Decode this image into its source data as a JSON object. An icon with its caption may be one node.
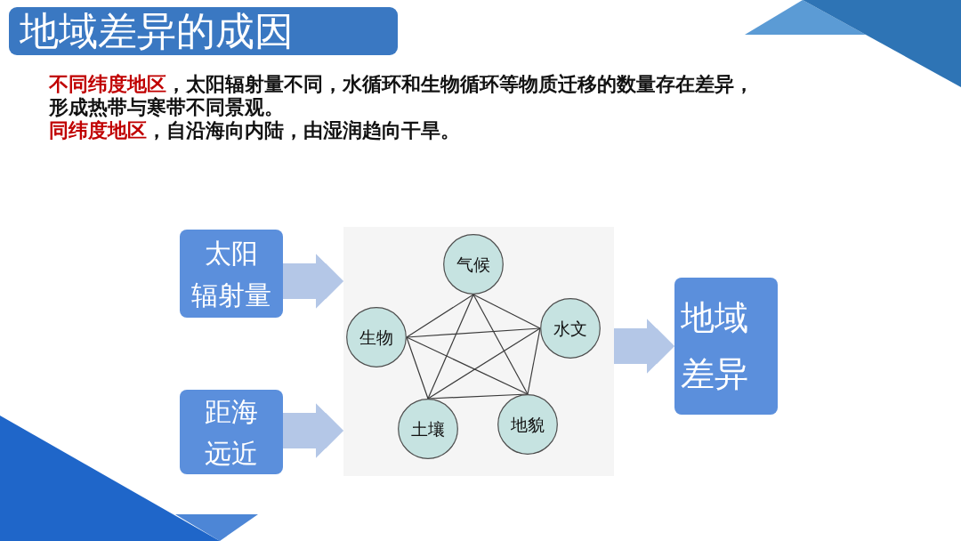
{
  "diagram": {
    "title": "地域差异的成因",
    "nodes": [
      {
        "text": [
          "太阳辐射量"
        ]
      },
      {
        "text": [
          "距海远近"
        ]
      },
      {
        "text": [],
        "shape": "box"
      },
      {
        "text": [
          "气候"
        ],
        "in": 2
      },
      {
        "text": [
          "生物"
        ],
        "in": 2
      },
      {
        "text": [
          "水文"
        ],
        "in": 2
      },
      {
        "text": [
          "土壤"
        ],
        "in": 2
      },
      {
        "text": [
          "地貌"
        ],
        "in": 2
      },
      {
        "text": [
          "地域差异"
        ]
      }
    ],
    "edges": [
      {
        "from": 0,
        "to": 2,
        "arrow": "to",
        "style": "thick",
        "color": "#b4c7e7"
      },
      {
        "from": 1,
        "to": 2,
        "arrow": "to",
        "style": "thick",
        "color": "#b4c7e7"
      },
      {
        "from": 2,
        "to": 8,
        "arrow": "to",
        "style": "thick",
        "color": "#b4c7e7"
      },
      {
        "from": 3,
        "to": 4,
        "arrow": "none"
      },
      {
        "from": 3,
        "to": 5,
        "arrow": "none"
      },
      {
        "from": 3,
        "to": 6,
        "arrow": "none"
      },
      {
        "from": 3,
        "to": 7,
        "arrow": "none"
      },
      {
        "from": 4,
        "to": 5,
        "arrow": "none"
      },
      {
        "from": 4,
        "to": 6,
        "arrow": "none"
      },
      {
        "from": 4,
        "to": 7,
        "arrow": "none"
      },
      {
        "from": 5,
        "to": 6,
        "arrow": "none"
      },
      {
        "from": 5,
        "to": 7,
        "arrow": "none"
      },
      {
        "from": 6,
        "to": 7,
        "arrow": "none"
      }
    ],
    "labels": [
      "**不同纬度地区**，太阳辐射量不同，水循环和生物循环等物质迁移的数量存在差异，形成热带与寒带不同景观。",
      "**同纬度地区**，自沿海向内陆，由湿润趋向干旱。"
    ]
  }
}
